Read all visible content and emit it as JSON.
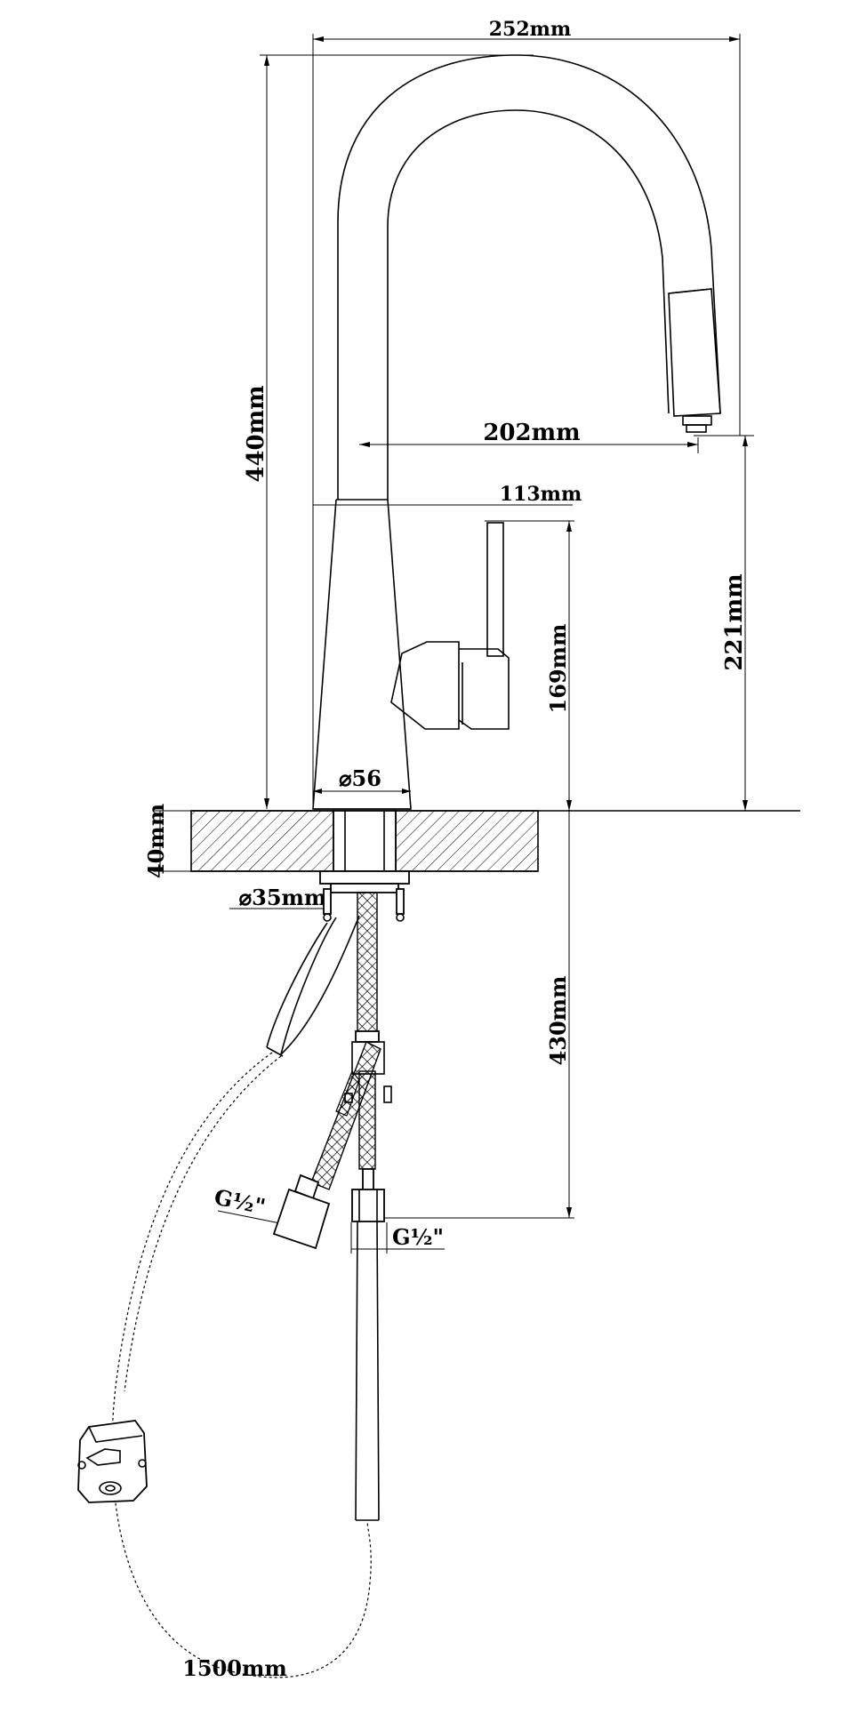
{
  "drawing": {
    "dimensions": {
      "width_top": "252mm",
      "height_total": "440mm",
      "spout_reach": "202mm",
      "body_width": "113mm",
      "spout_height": "221mm",
      "body_height": "169mm",
      "base_diameter": "⌀56",
      "deck_thickness": "40mm",
      "hole_diameter": "⌀35mm",
      "hose_below_deck": "430mm",
      "thread_left": "G½\"",
      "thread_right": "G½\"",
      "hose_length": "1500mm"
    }
  }
}
